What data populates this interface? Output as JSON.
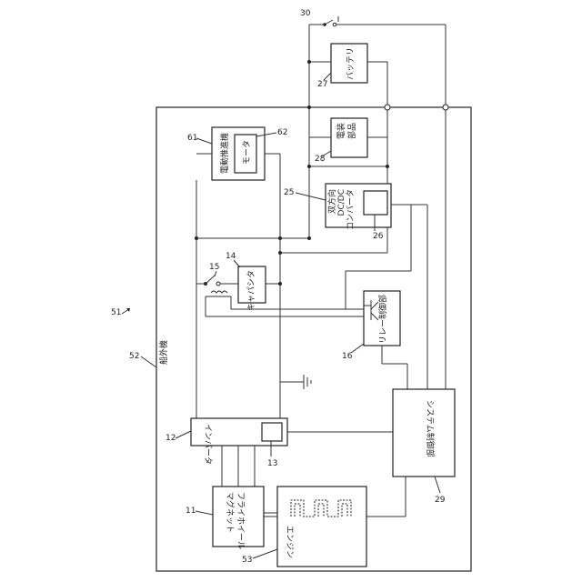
{
  "refs": {
    "r30": "30",
    "r27": "27",
    "r28": "28",
    "r25": "25",
    "r26": "26",
    "r61": "61",
    "r62": "62",
    "r15": "15",
    "r14": "14",
    "r16": "16",
    "r51": "51",
    "r52": "52",
    "r12": "12",
    "r13": "13",
    "r11": "11",
    "r53": "53",
    "r29": "29"
  },
  "labels": {
    "battery": "バッテリ",
    "electrical_parts": "電装\n部品",
    "bidirectional_dcdc": "双方向\nDC/DC\nコンバータ",
    "electric_propulsion": "電動推進機",
    "motor": "モータ",
    "capacitor": "キャパシタ",
    "relay_controller": "リレー制御部",
    "outboard_motor": "船外機",
    "inverter": "インバータ",
    "system_controller": "システム制御部",
    "flywheel_magnet": "フライホイール\nマグネット",
    "engine": "エンジン"
  }
}
